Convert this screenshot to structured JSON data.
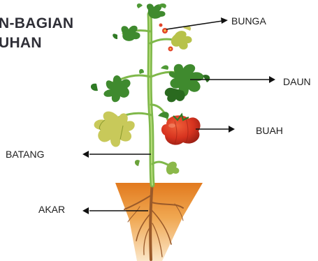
{
  "title": {
    "line1": "N-BAGIAN",
    "line2": "UHAN"
  },
  "labels": {
    "bunga": "BUNGA",
    "daun": "DAUN",
    "buah": "BUAH",
    "batang": "BATANG",
    "akar": "AKAR"
  },
  "colors": {
    "leaf": "#3f8a2e",
    "leaf_dark": "#2a6a1f",
    "leaf_yellow": "#c8c95a",
    "stem": "#7fb84a",
    "fruit": "#d7331f",
    "flower": "#e2452b",
    "soil_top": "#e88a2a",
    "soil_bottom": "#f6c98a",
    "root": "#9a5a2a",
    "arrow": "#111111",
    "text": "#1d1d1d"
  }
}
